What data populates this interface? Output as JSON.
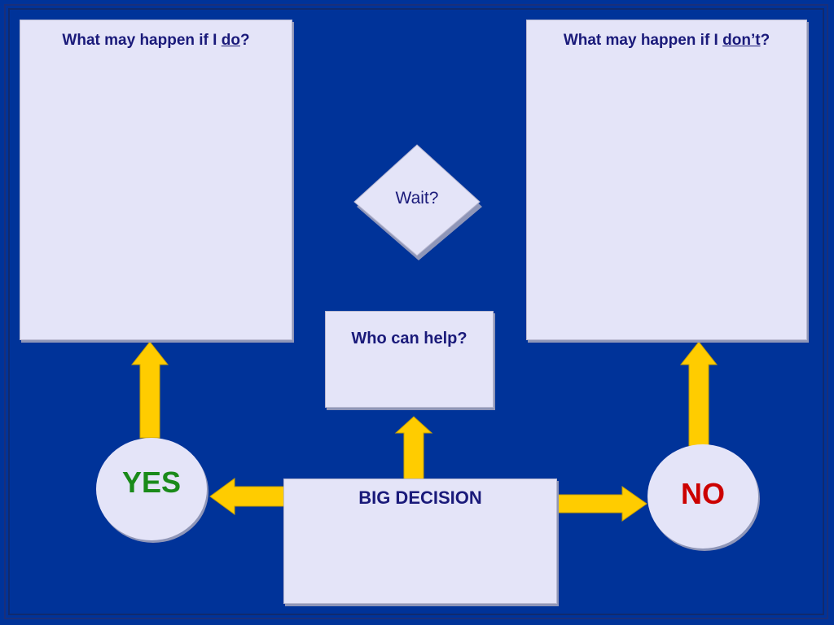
{
  "boxes": {
    "do": {
      "prefix": "What may happen if I ",
      "emph": "do",
      "suffix": "?"
    },
    "dont": {
      "prefix": "What may happen if I ",
      "emph": "don’t",
      "suffix": "?"
    },
    "help": "Who can help?",
    "decision": "BIG DECISION"
  },
  "wait": "Wait?",
  "yes": "YES",
  "no": "NO",
  "colors": {
    "background": "#003399",
    "box": "#e4e4f8",
    "arrow": "#ffcc00",
    "yes": "#1a8a1a",
    "no": "#cc0000",
    "text": "#1a1a7a"
  }
}
